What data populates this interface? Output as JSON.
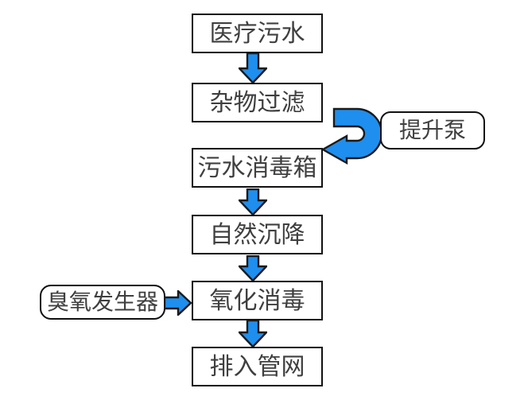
{
  "diagram_type": "flowchart",
  "colors": {
    "arrow_fill": "#1e8fef",
    "arrow_stroke": "#1a1a1a",
    "box_border": "#111111",
    "text": "#3f3f3f",
    "background": "#ffffff"
  },
  "nodes": [
    {
      "id": "medical-sewage",
      "label": "医疗污水",
      "shape": "rect"
    },
    {
      "id": "debris-filtration",
      "label": "杂物过滤",
      "shape": "rect"
    },
    {
      "id": "lift-pump",
      "label": "提升泵",
      "shape": "rounded"
    },
    {
      "id": "sewage-disinfection-tank",
      "label": "污水消毒箱",
      "shape": "rect"
    },
    {
      "id": "natural-sedimentation",
      "label": "自然沉降",
      "shape": "rect"
    },
    {
      "id": "ozone-generator",
      "label": "臭氧发生器",
      "shape": "rounded"
    },
    {
      "id": "oxidation-disinfection",
      "label": "氧化消毒",
      "shape": "rect"
    },
    {
      "id": "discharge-to-pipe-network",
      "label": "排入管网",
      "shape": "rect"
    }
  ],
  "edges": [
    {
      "from": "医疗污水",
      "to": "杂物过滤",
      "style": "straight-down"
    },
    {
      "from": "杂物过滤",
      "to": "污水消毒箱",
      "style": "u-turn-right",
      "via": "提升泵"
    },
    {
      "from": "污水消毒箱",
      "to": "自然沉降",
      "style": "straight-down"
    },
    {
      "from": "自然沉降",
      "to": "氧化消毒",
      "style": "straight-down"
    },
    {
      "from": "臭氧发生器",
      "to": "氧化消毒",
      "style": "straight-right"
    },
    {
      "from": "氧化消毒",
      "to": "排入管网",
      "style": "straight-down"
    }
  ]
}
